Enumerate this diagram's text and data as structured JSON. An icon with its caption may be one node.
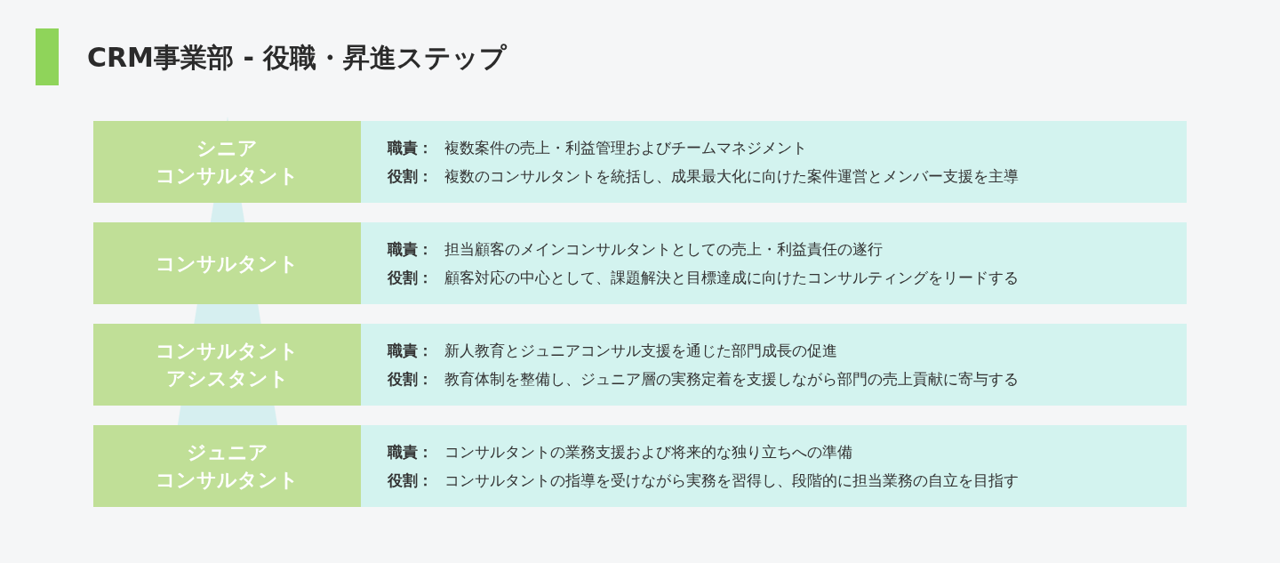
{
  "diagram": {
    "title": "CRM事業部 - 役職・昇進ステップ",
    "nodes": [
      {
        "text": [
          "シニアコンサルタント"
        ]
      },
      {
        "text": [
          "**職責：** 複数案件の売上・利益管理およびチームマネジメント",
          "**役割：** 複数のコンサルタントを統括し、成果最大化に向けた案件運営とメンバー支援を主導"
        ]
      },
      {
        "text": [
          "コンサルタント"
        ]
      },
      {
        "text": [
          "**職責：** 担当顧客のメインコンサルタントとしての売上・利益責任の遂行",
          "**役割：** 顧客対応の中心として、課題解決と目標達成に向けたコンサルティングをリードする"
        ]
      },
      {
        "text": [
          "コンサルタントアシスタント"
        ]
      },
      {
        "text": [
          "**職責：** 新人教育とジュニアコンサル支援を通じた部門成長の促進",
          "**役割：** 教育体制を整備し、ジュニア層の実務定着を支援しながら部門の売上貢献に寄与する"
        ]
      },
      {
        "text": [
          "ジュニアコンサルタント"
        ]
      },
      {
        "text": [
          "**職責：** コンサルタントの業務支援および将来的な独り立ちへの準備",
          "**役割：** コンサルタントの指導を受けながら実務を習得し、段階的に担当業務の自立を目指す"
        ]
      }
    ]
  }
}
